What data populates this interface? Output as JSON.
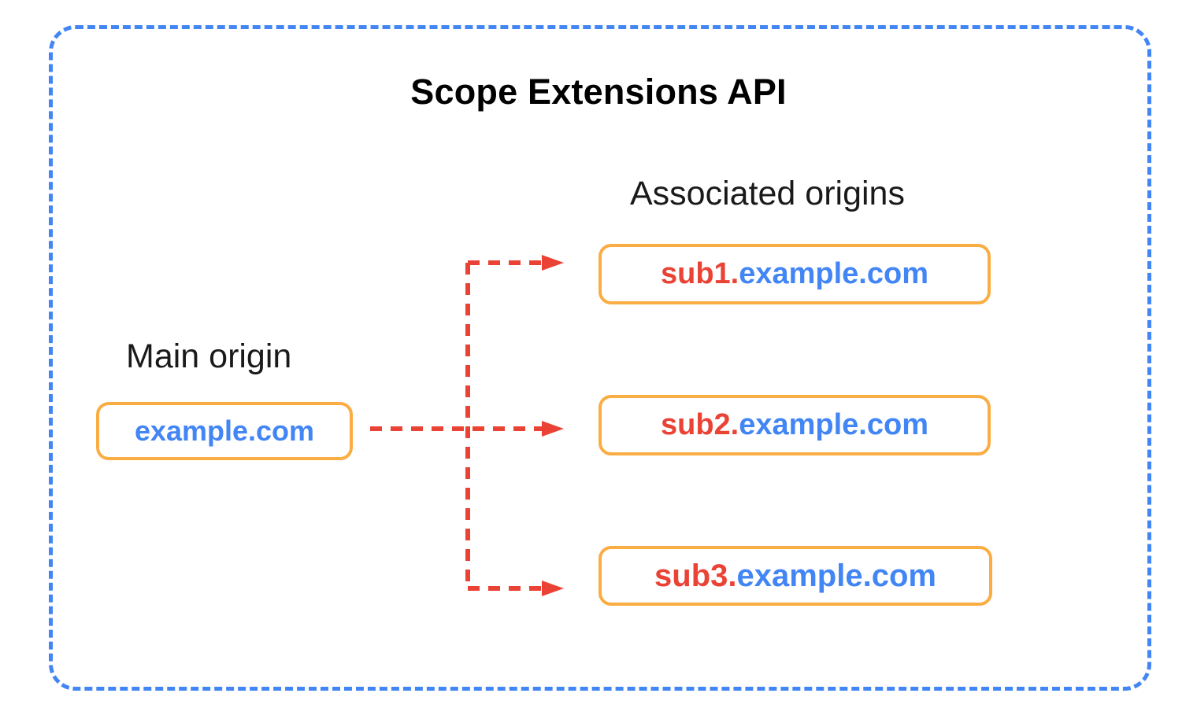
{
  "diagram": {
    "title": "Scope Extensions API",
    "frame_style": "dashed",
    "colors": {
      "frame_border": "#4285F4",
      "box_border": "#FAAD42",
      "arrow": "#EA4335",
      "subdomain_text": "#EA4335",
      "domain_text": "#4285F4",
      "title_text": "#000000",
      "label_text": "#1a1a1a",
      "background": "#ffffff"
    }
  },
  "main_origin": {
    "label": "Main origin",
    "box": {
      "full_text": "example.com",
      "subdomain_part": "",
      "domain_part": "example.com"
    }
  },
  "associated_origins": {
    "label": "Associated origins",
    "boxes": [
      {
        "full_text": "sub1.example.com",
        "subdomain_part": "sub1.",
        "domain_part": "example.com"
      },
      {
        "full_text": "sub2.example.com",
        "subdomain_part": "sub2.",
        "domain_part": "example.com"
      },
      {
        "full_text": "sub3.example.com",
        "subdomain_part": "sub3.",
        "domain_part": "example.com"
      }
    ]
  },
  "connections": [
    {
      "from": "example.com",
      "to": "sub1.example.com",
      "style": "dashed-arrow"
    },
    {
      "from": "example.com",
      "to": "sub2.example.com",
      "style": "dashed-arrow"
    },
    {
      "from": "example.com",
      "to": "sub3.example.com",
      "style": "dashed-arrow"
    }
  ]
}
